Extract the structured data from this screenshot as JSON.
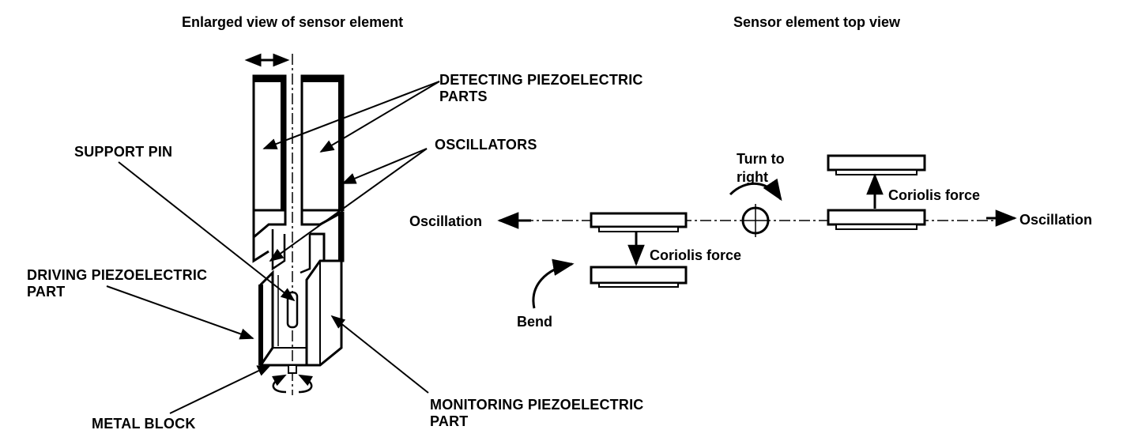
{
  "left_view": {
    "title": "Enlarged view of sensor element",
    "labels": {
      "detecting_line1": "DETECTING PIEZOELECTRIC",
      "detecting_line2": "PARTS",
      "oscillators": "OSCILLATORS",
      "support_pin": "SUPPORT PIN",
      "driving_line1": "DRIVING PIEZOELECTRIC",
      "driving_line2": "PART",
      "metal_block": "METAL BLOCK",
      "monitoring_line1": "MONITORING PIEZOELECTRIC",
      "monitoring_line2": "PART"
    }
  },
  "right_view": {
    "title": "Sensor element top view",
    "labels": {
      "oscillation_left": "Oscillation",
      "oscillation_right": "Oscillation",
      "coriolis_left": "Coriolis force",
      "coriolis_right": "Coriolis force",
      "turn_line1": "Turn to",
      "turn_line2": "right",
      "bend": "Bend"
    }
  }
}
